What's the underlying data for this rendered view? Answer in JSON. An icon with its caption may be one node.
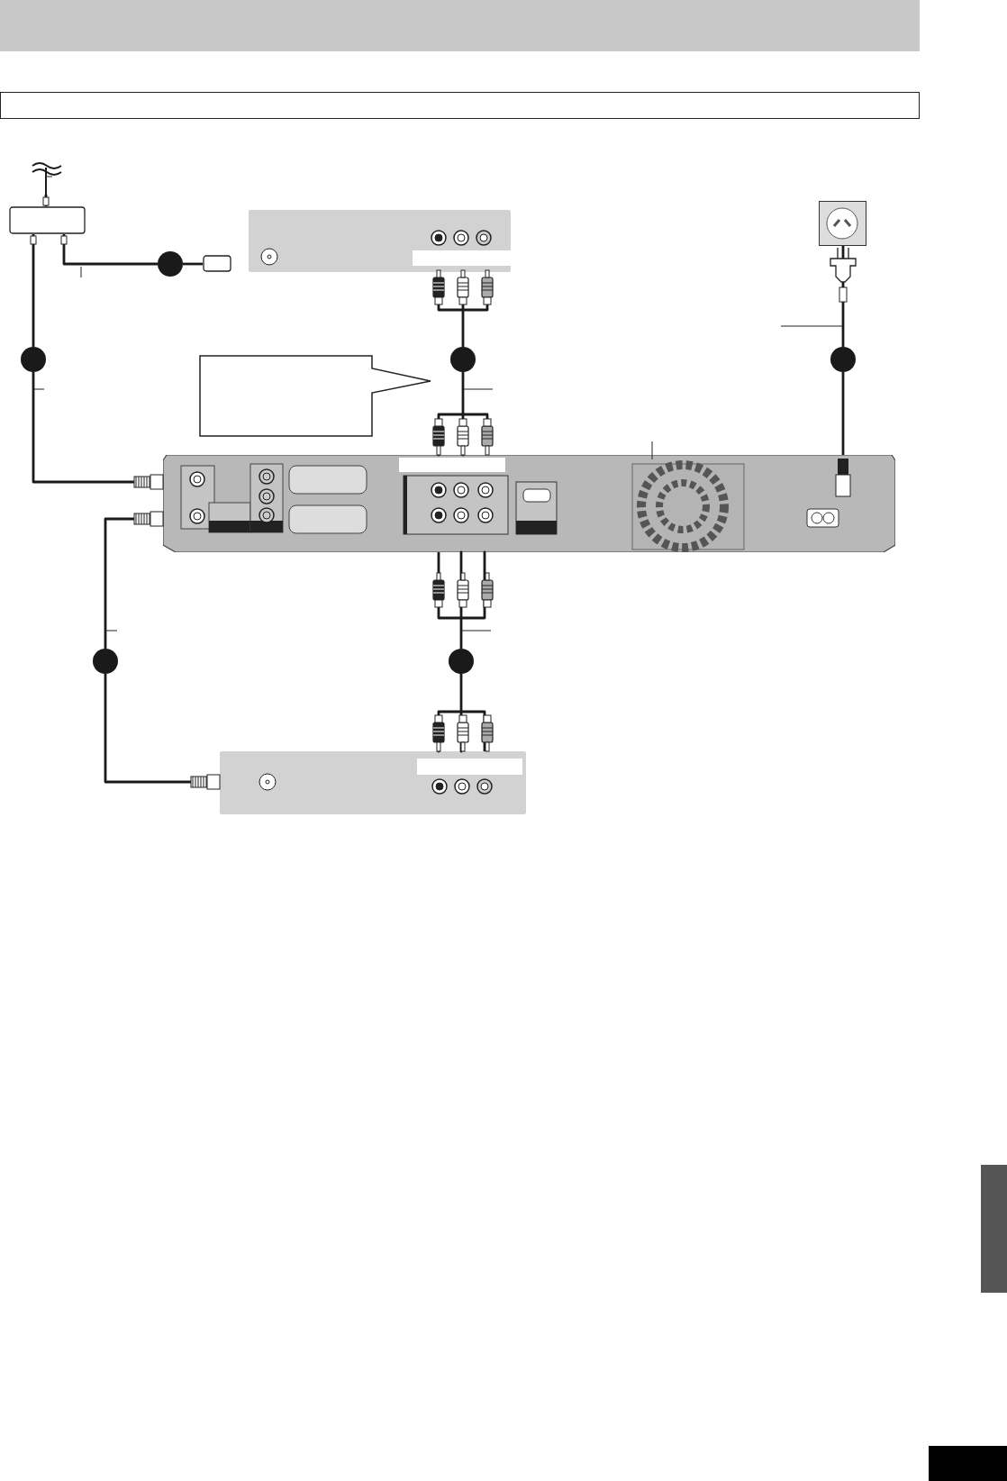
{
  "diagram": {
    "nodes": [
      {
        "text": [],
        "shape": "antenna"
      },
      {
        "text": [],
        "shape": "box"
      },
      {
        "text": [],
        "shape": "circle"
      },
      {
        "text": [],
        "shape": "box"
      },
      {
        "text": [],
        "shape": "box"
      },
      {
        "text": [],
        "shape": "socket"
      },
      {
        "text": [],
        "shape": "circle"
      },
      {
        "text": [],
        "shape": "callout"
      },
      {
        "text": [],
        "shape": "circle"
      },
      {
        "text": [],
        "shape": "circle"
      },
      {
        "text": [],
        "shape": "box"
      },
      {
        "text": [],
        "shape": "circle"
      },
      {
        "text": [],
        "shape": "circle"
      },
      {
        "text": [],
        "shape": "box"
      },
      {
        "text": [],
        "shape": "bar"
      },
      {
        "text": [],
        "shape": "box"
      }
    ],
    "edges": [
      {
        "from": 0,
        "to": 1,
        "arrow": "none"
      },
      {
        "from": 1,
        "to": 2,
        "arrow": "none"
      },
      {
        "from": 2,
        "to": 3,
        "arrow": "none"
      },
      {
        "from": 1,
        "to": 6,
        "arrow": "none"
      },
      {
        "from": 6,
        "to": 10,
        "arrow": "none"
      },
      {
        "from": 4,
        "to": 8,
        "arrow": "none"
      },
      {
        "from": 8,
        "to": 10,
        "arrow": "none"
      },
      {
        "from": 5,
        "to": 9,
        "arrow": "none"
      },
      {
        "from": 9,
        "to": 10,
        "arrow": "none"
      },
      {
        "from": 10,
        "to": 11,
        "arrow": "none"
      },
      {
        "from": 11,
        "to": 13,
        "arrow": "none"
      },
      {
        "from": 10,
        "to": 12,
        "arrow": "none"
      },
      {
        "from": 12,
        "to": 13,
        "arrow": "none"
      }
    ]
  }
}
